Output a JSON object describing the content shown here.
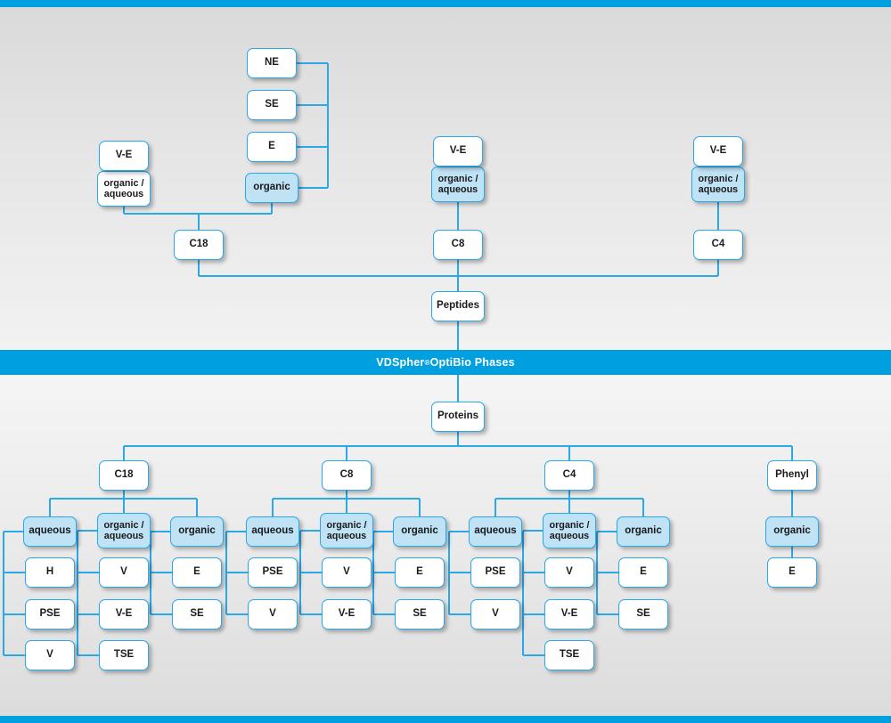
{
  "meta": {
    "accent_blue": "#00a0e0",
    "line_blue": "#2aa8e8",
    "box_fill_white": "#ffffff",
    "box_fill_blue": "#bfe2f5",
    "bg_top": "#dadada",
    "bg_bottom": "#f5f5f5"
  },
  "banner": {
    "brand": "VDSpher",
    "registered": "®",
    "product": " OptiBio Phases"
  },
  "upper": {
    "root_label": "Peptides",
    "columns": [
      {
        "key": "c18",
        "phase": "C18",
        "modes": [
          {
            "key": "organic-aqueous",
            "label": "organic /\naqueous",
            "fill": "white",
            "children": [
              {
                "label": "V-E"
              }
            ]
          },
          {
            "key": "organic",
            "label": "organic",
            "fill": "blue",
            "children": [
              {
                "label": "NE"
              },
              {
                "label": "SE"
              },
              {
                "label": "E"
              }
            ]
          }
        ]
      },
      {
        "key": "c8",
        "phase": "C8",
        "modes": [
          {
            "key": "organic-aqueous",
            "label": "organic /\naqueous",
            "fill": "blue",
            "children": [
              {
                "label": "V-E"
              }
            ]
          }
        ]
      },
      {
        "key": "c4",
        "phase": "C4",
        "modes": [
          {
            "key": "organic-aqueous",
            "label": "organic /\naqueous",
            "fill": "blue",
            "children": [
              {
                "label": "V-E"
              }
            ]
          }
        ]
      }
    ]
  },
  "lower": {
    "root_label": "Proteins",
    "columns": [
      {
        "key": "c18",
        "phase": "C18",
        "modes": [
          {
            "key": "aqueous",
            "label": "aqueous",
            "fill": "blue",
            "children": [
              {
                "label": "H"
              },
              {
                "label": "PSE"
              },
              {
                "label": "V"
              }
            ]
          },
          {
            "key": "organic-aqueous",
            "label": "organic /\naqueous",
            "fill": "blue",
            "children": [
              {
                "label": "V"
              },
              {
                "label": "V-E"
              },
              {
                "label": "TSE"
              }
            ]
          },
          {
            "key": "organic",
            "label": "organic",
            "fill": "blue",
            "children": [
              {
                "label": "E"
              },
              {
                "label": "SE"
              }
            ]
          }
        ]
      },
      {
        "key": "c8",
        "phase": "C8",
        "modes": [
          {
            "key": "aqueous",
            "label": "aqueous",
            "fill": "blue",
            "children": [
              {
                "label": "PSE"
              },
              {
                "label": "V"
              }
            ]
          },
          {
            "key": "organic-aqueous",
            "label": "organic /\naqueous",
            "fill": "blue",
            "children": [
              {
                "label": "V"
              },
              {
                "label": "V-E"
              }
            ]
          },
          {
            "key": "organic",
            "label": "organic",
            "fill": "blue",
            "children": [
              {
                "label": "E"
              },
              {
                "label": "SE"
              }
            ]
          }
        ]
      },
      {
        "key": "c4",
        "phase": "C4",
        "modes": [
          {
            "key": "aqueous",
            "label": "aqueous",
            "fill": "blue",
            "children": [
              {
                "label": "PSE"
              },
              {
                "label": "V"
              }
            ]
          },
          {
            "key": "organic-aqueous",
            "label": "organic /\naqueous",
            "fill": "blue",
            "children": [
              {
                "label": "V"
              },
              {
                "label": "V-E"
              },
              {
                "label": "TSE"
              }
            ]
          },
          {
            "key": "organic",
            "label": "organic",
            "fill": "blue",
            "children": [
              {
                "label": "E"
              },
              {
                "label": "SE"
              }
            ]
          }
        ]
      },
      {
        "key": "phenyl",
        "phase": "Phenyl",
        "modes": [
          {
            "key": "organic",
            "label": "organic",
            "fill": "blue",
            "children": [
              {
                "label": "E"
              }
            ]
          }
        ]
      }
    ]
  }
}
